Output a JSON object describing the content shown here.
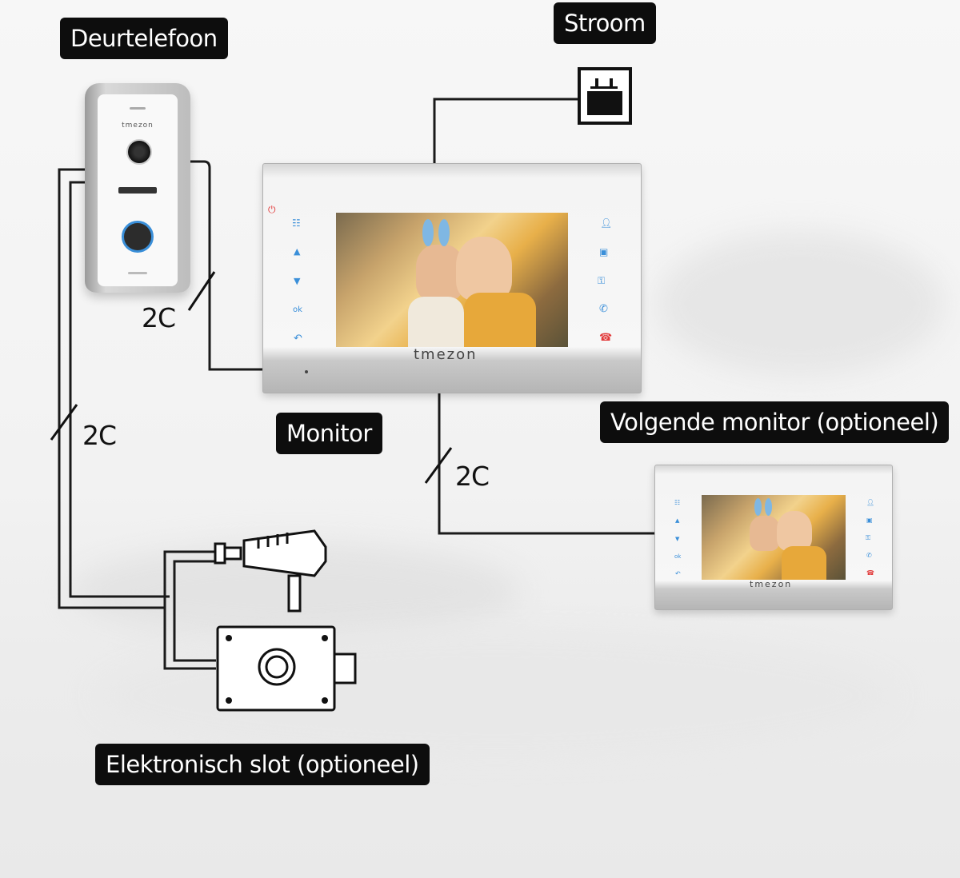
{
  "labels": {
    "deurtelefoon": "Deurtelefoon",
    "stroom": "Stroom",
    "monitor": "Monitor",
    "volgende_monitor": "Volgende monitor (optioneel)",
    "elektronisch_slot": "Elektronisch slot (optioneel)"
  },
  "wires": {
    "doorbell_to_monitor": "2C",
    "doorbell_to_lock": "2C",
    "monitor_to_monitor": "2C"
  },
  "brand": "tmezon",
  "icons": {
    "power": "power-icon",
    "menu": "grid-menu-icon",
    "up": "arrow-up-icon",
    "down": "arrow-down-icon",
    "ok": "ok",
    "back": "back-arrow-icon",
    "user": "user-icon",
    "camera": "camera-icon",
    "key": "key-icon",
    "phone": "phone-answer-icon",
    "hangup": "phone-hangup-icon"
  },
  "colors": {
    "label_bg": "#0d0d0d",
    "label_text": "#ffffff",
    "wire": "#1a1a1a",
    "accent_blue": "#3a8fd9",
    "accent_red": "#e23b3b"
  }
}
